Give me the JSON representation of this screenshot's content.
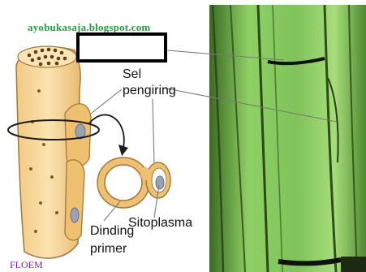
{
  "watermark": "ayobukasaja.blogspot.com",
  "labels": {
    "sel_pengiring_line1": "Sel",
    "sel_pengiring_line2": "pengiring",
    "sitoplasma": "Sitoplasma",
    "dinding_primer_line1": "Dinding",
    "dinding_primer_line2": "primer",
    "floem": "FLOEM"
  },
  "colors": {
    "cell_fill": "#f6d79a",
    "cell_stroke": "#a07a3c",
    "companion_fill": "#efc070",
    "nucleus": "#9aa2b6",
    "micrograph": "#7fc35a",
    "watermark": "#1fa33a",
    "floem": "#7a1e9a"
  }
}
